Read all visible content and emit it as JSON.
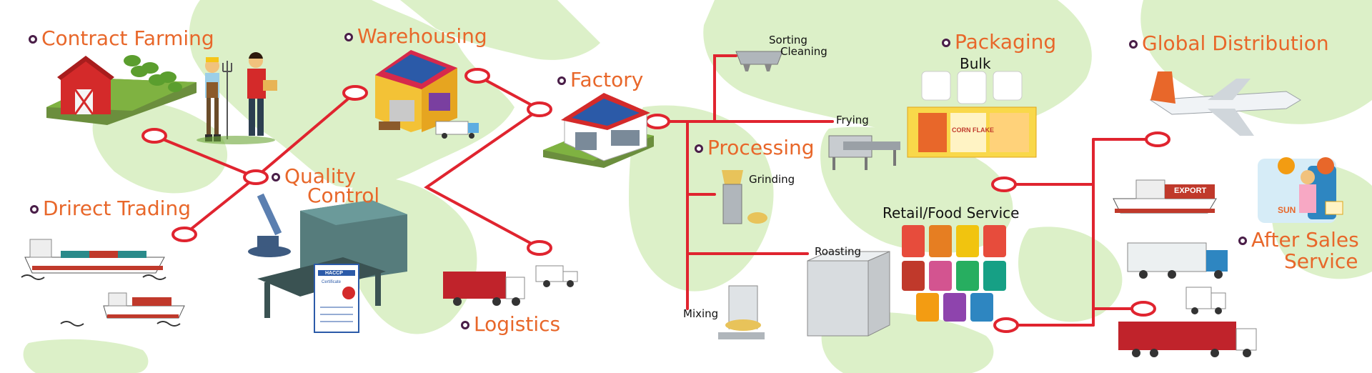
{
  "stages": {
    "contract_farming": "Contract Farming",
    "direct_trading": "Drirect Trading",
    "warehousing": "Warehousing",
    "quality_control_1": "Quality",
    "quality_control_2": "Control",
    "factory": "Factory",
    "logistics": "Logistics",
    "processing": "Processing",
    "packaging": "Packaging",
    "global_distribution": "Global Distribution",
    "after_sales_1": "After Sales",
    "after_sales_2": "Service"
  },
  "process_steps": {
    "sorting": "Sorting",
    "cleaning": "Cleaning",
    "frying": "Frying",
    "grinding": "Grinding",
    "roasting": "Roasting",
    "mixing": "Mixing"
  },
  "packaging": {
    "bulk": "Bulk",
    "retail": "Retail/Food Service",
    "product_label": "CORN FLAKE"
  },
  "badges": {
    "export": "EXPORT",
    "haccp": "HACCP",
    "certificate": "Certificate",
    "brand": "SUN"
  },
  "colors": {
    "accent": "#e8672a",
    "line": "#e0242f",
    "dot": "#4a1e48",
    "map": "#dcf0c8"
  }
}
